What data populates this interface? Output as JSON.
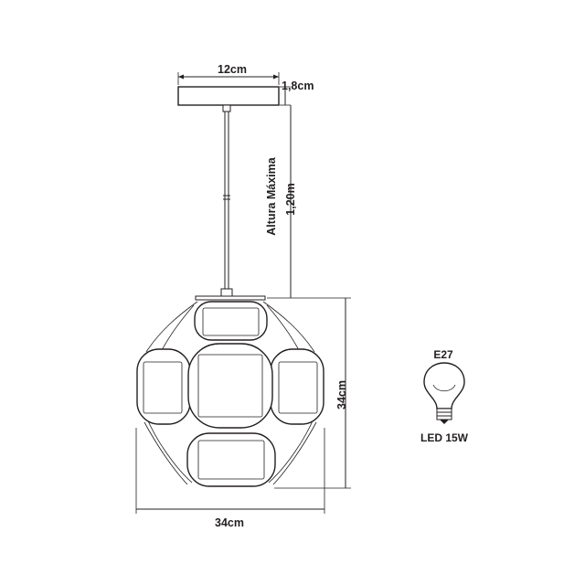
{
  "diagram": {
    "canopy_width": "12cm",
    "canopy_height": "1,8cm",
    "max_height_title": "Altura Máxima",
    "max_height_value": "1,20m",
    "lamp_height": "34cm",
    "lamp_width": "34cm",
    "bulb_socket": "E27",
    "bulb_type": "LED 15W"
  },
  "colors": {
    "line": "#231f20",
    "background": "#ffffff"
  }
}
